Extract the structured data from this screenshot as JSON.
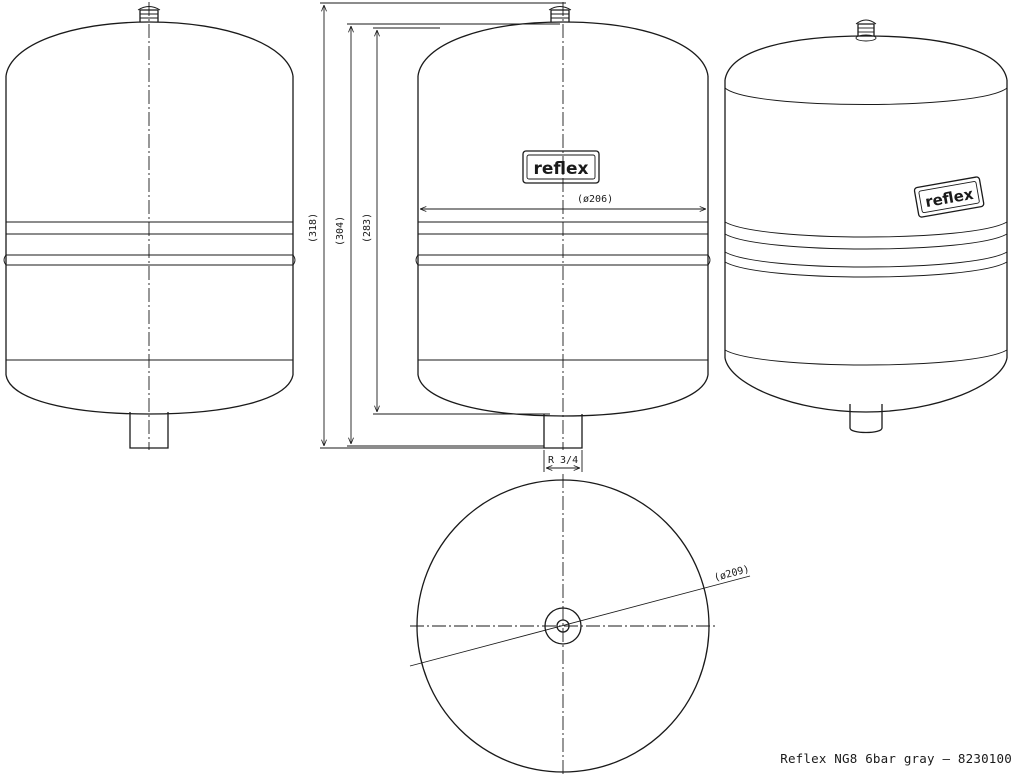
{
  "dimensions": {
    "height_total": "(318)",
    "height_body": "(304)",
    "height_shell": "(283)",
    "diameter_side": "(ø206)",
    "diameter_top": "(ø209)",
    "connection_thread": "R 3/4"
  },
  "logo": {
    "text": "reflex"
  },
  "caption": "Reflex NG8 6bar gray – 8230100"
}
